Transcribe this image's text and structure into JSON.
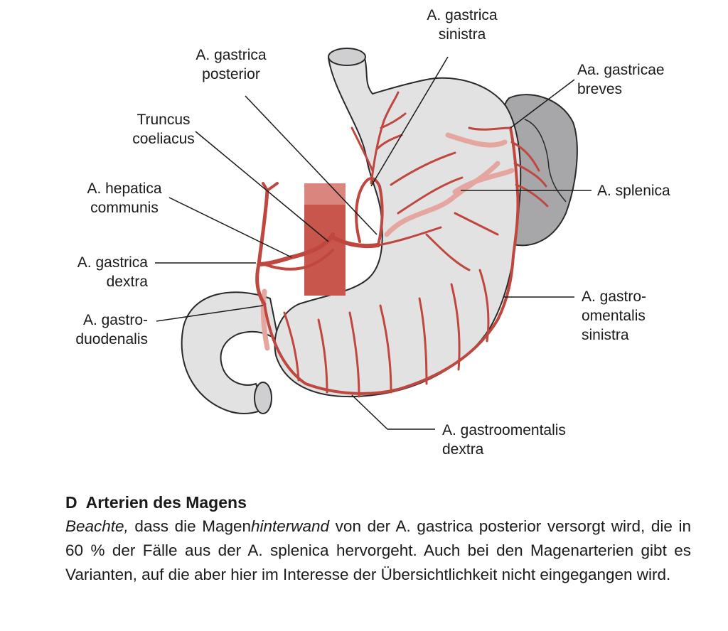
{
  "labels": {
    "gastrica_sinistra": [
      "A. gastrica",
      "sinistra"
    ],
    "gastrica_posterior": [
      "A. gastrica",
      "posterior"
    ],
    "aa_gastricae_breves": [
      "Aa. gastricae",
      "breves"
    ],
    "truncus_coeliacus": [
      "Truncus",
      "coeliacus"
    ],
    "hepatica_communis": [
      "A. hepatica",
      "communis"
    ],
    "splenica": [
      "A. splenica"
    ],
    "gastrica_dextra": [
      "A. gastrica",
      "dextra"
    ],
    "gastro_omentalis_sinistra": [
      "A. gastro-",
      "omentalis",
      "sinistra"
    ],
    "gastroduodenalis": [
      "A. gastro-",
      "duodenalis"
    ],
    "gastroomentalis_dextra": [
      "A. gastroomentalis",
      "dextra"
    ]
  },
  "caption": {
    "letter": "D",
    "title": "Arterien des Magens",
    "body": {
      "beachte": "Beachte,",
      "part1": " dass die Magen",
      "hinterwand": "hinterwand",
      "part2": " von der A. gastrica posterior versorgt wird, die in 60 % der Fälle aus der A. splenica hervorgeht. Auch bei den Magenarterien gibt es Varianten, auf die aber hier im Interesse der Übersichtlichkeit nicht eingegangen wird."
    }
  },
  "colors": {
    "organ_fill": "#e2e2e3",
    "spleen_fill": "#a7a7a9",
    "artery": "#c0473f",
    "artery_light": "#e6a6a0",
    "aorta": "#c9564d"
  }
}
